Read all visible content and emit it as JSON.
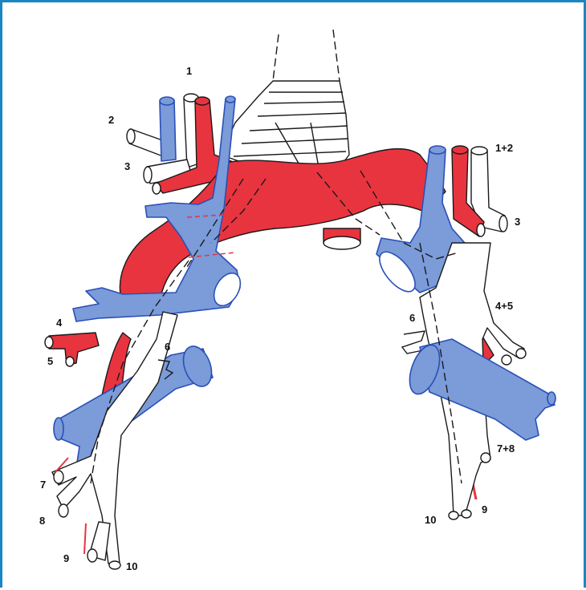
{
  "colors": {
    "artery": "#e8343f",
    "vein": "#7b9bd9",
    "bronchus": "#ffffff",
    "frame": "#1a86c2",
    "outline": "#1a1a1a"
  },
  "labels": {
    "right": {
      "s1": "1",
      "s2": "2",
      "s3": "3",
      "s4": "4",
      "s5": "5",
      "s6": "6",
      "s7": "7",
      "s8": "8",
      "s9": "9",
      "s10": "10"
    },
    "left": {
      "s1_2": "1+2",
      "s3": "3",
      "s4_5": "4+5",
      "s6": "6",
      "s7_8": "7+8",
      "s9": "9",
      "s10": "10"
    }
  }
}
